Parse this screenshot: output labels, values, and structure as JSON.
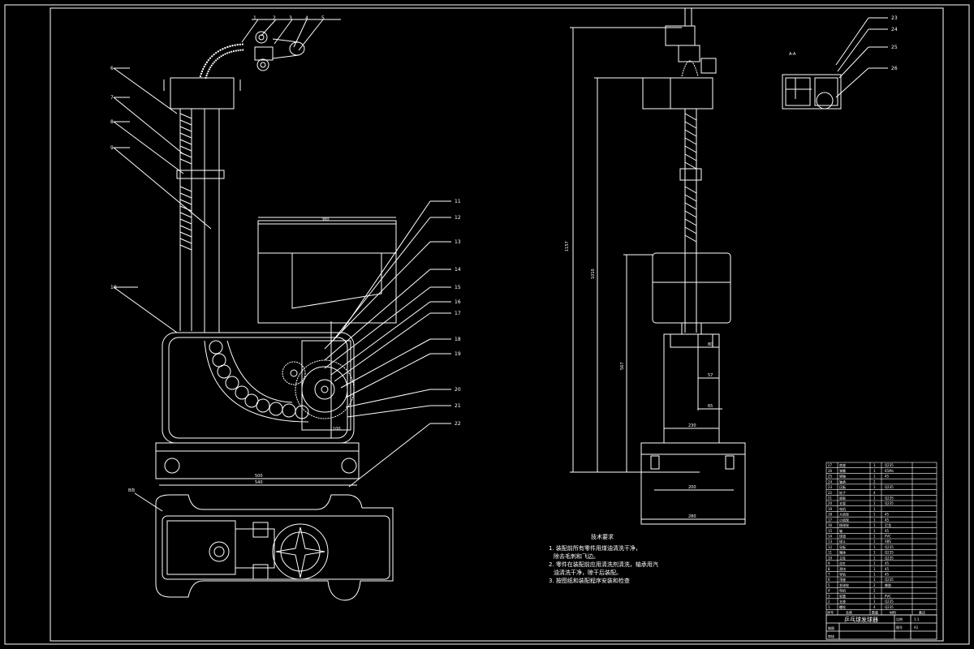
{
  "drawing": {
    "title": "乒乓球发球器",
    "technical_requirements": {
      "heading": "技术要求",
      "items": [
        "1. 装配前所有零件用煤油清洗干净，",
        "除去毛刺和飞边。",
        "2. 零件在装配前应用清洗剂清洗，轴承用汽",
        "油清洗干净，晾干后装配。",
        "3. 按图纸和装配程序安装和检查"
      ]
    },
    "front_view": {
      "callouts": [
        "1",
        "2",
        "3",
        "4",
        "5",
        "6",
        "7",
        "8",
        "9",
        "10",
        "11",
        "12",
        "13",
        "14",
        "15",
        "16",
        "17",
        "18",
        "19",
        "20",
        "21",
        "22"
      ],
      "dimensions": {
        "hopper_width": "380",
        "base_inner": "500",
        "base_total": "540",
        "small": "100"
      }
    },
    "side_view": {
      "dimensions": {
        "overall_height": "1157",
        "upper_height": "1010",
        "lower_height": "567",
        "d1": "80",
        "d2": "57",
        "d3": "65",
        "d4": "230",
        "d5": "200",
        "d6": "280"
      }
    },
    "section_view": {
      "label": "A-A",
      "callouts": [
        "23",
        "24",
        "25",
        "26"
      ]
    },
    "plan_view": {
      "label": "B向"
    },
    "title_block": {
      "name": "乒乓球发球器",
      "scale_label": "比例",
      "scale_value": "1:1",
      "sheet_label": "图号",
      "sheet_value": "A1",
      "drawn": "制图",
      "checked": "审核"
    },
    "bom": {
      "rows": [
        {
          "no": "27",
          "name": "底座",
          "qty": "1",
          "mat": "Q235"
        },
        {
          "no": "26",
          "name": "弹簧",
          "qty": "1",
          "mat": "65Mn"
        },
        {
          "no": "25",
          "name": "销轴",
          "qty": "1",
          "mat": "45"
        },
        {
          "no": "24",
          "name": "轴承",
          "qty": "2",
          "mat": ""
        },
        {
          "no": "23",
          "name": "压板",
          "qty": "1",
          "mat": "Q235"
        },
        {
          "no": "22",
          "name": "轮子",
          "qty": "4",
          "mat": ""
        },
        {
          "no": "21",
          "name": "底板",
          "qty": "1",
          "mat": "Q235"
        },
        {
          "no": "20",
          "name": "支架",
          "qty": "1",
          "mat": "Q235"
        },
        {
          "no": "19",
          "name": "电机",
          "qty": "1",
          "mat": ""
        },
        {
          "no": "18",
          "name": "大齿轮",
          "qty": "1",
          "mat": "45"
        },
        {
          "no": "17",
          "name": "小齿轮",
          "qty": "1",
          "mat": "45"
        },
        {
          "no": "16",
          "name": "拨球轮",
          "qty": "1",
          "mat": "尼龙"
        },
        {
          "no": "15",
          "name": "轴",
          "qty": "1",
          "mat": "45"
        },
        {
          "no": "14",
          "name": "球道",
          "qty": "1",
          "mat": "PVC"
        },
        {
          "no": "13",
          "name": "球斗",
          "qty": "1",
          "mat": "ABS"
        },
        {
          "no": "12",
          "name": "导板",
          "qty": "1",
          "mat": "Q235"
        },
        {
          "no": "11",
          "name": "箱体",
          "qty": "1",
          "mat": "Q235"
        },
        {
          "no": "10",
          "name": "立柱",
          "qty": "1",
          "mat": "Q235"
        },
        {
          "no": "9",
          "name": "丝杠",
          "qty": "1",
          "mat": "45"
        },
        {
          "no": "8",
          "name": "滑块",
          "qty": "1",
          "mat": "45"
        },
        {
          "no": "7",
          "name": "导轨",
          "qty": "1",
          "mat": "45"
        },
        {
          "no": "6",
          "name": "顶座",
          "qty": "1",
          "mat": "Q235"
        },
        {
          "no": "5",
          "name": "发球轮",
          "qty": "2",
          "mat": "橡胶"
        },
        {
          "no": "4",
          "name": "电机",
          "qty": "2",
          "mat": ""
        },
        {
          "no": "3",
          "name": "软管",
          "qty": "1",
          "mat": "PVC"
        },
        {
          "no": "2",
          "name": "支座",
          "qty": "1",
          "mat": "Q235"
        },
        {
          "no": "1",
          "name": "螺栓",
          "qty": "4",
          "mat": "Q235"
        }
      ],
      "header": {
        "no": "序号",
        "name": "名称",
        "qty": "数量",
        "mat": "材料",
        "note": "备注"
      }
    }
  }
}
